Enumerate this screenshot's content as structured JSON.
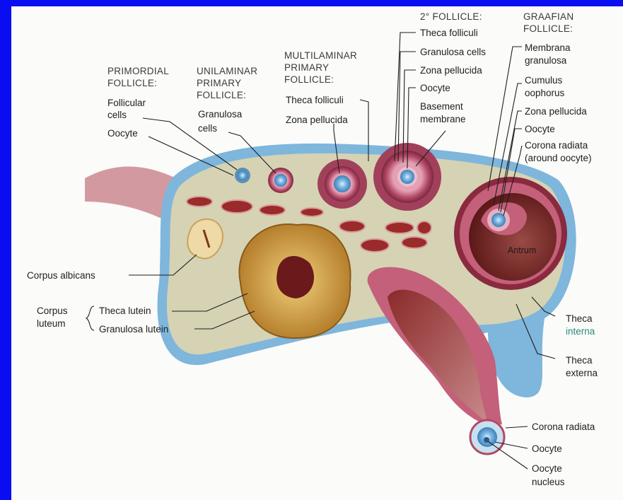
{
  "figure": {
    "headings": {
      "primordial": [
        "PRIMORDIAL",
        "FOLLICLE:"
      ],
      "unilaminar": [
        "UNILAMINAR",
        "PRIMARY",
        "FOLLICLE:"
      ],
      "multilaminar": [
        "MULTILAMINAR",
        "PRIMARY",
        "FOLLICLE:"
      ],
      "secondary": "2° FOLLICLE:",
      "graafian": [
        "GRAAFIAN",
        "FOLLICLE:"
      ]
    },
    "labels": {
      "follicular_cells": [
        "Follicular",
        "cells"
      ],
      "oocyte_primordial": "Oocyte",
      "granulosa_cells_uni": [
        "Granulosa",
        "cells"
      ],
      "theca_folliculi_multi": "Theca folliculi",
      "zona_pellucida_multi": "Zona pellucida",
      "theca_folliculi_2": "Theca folliculi",
      "granulosa_cells_2": "Granulosa cells",
      "zona_pellucida_2": "Zona pellucida",
      "oocyte_2": "Oocyte",
      "basement_membrane": [
        "Basement",
        "membrane"
      ],
      "membrana_granulosa": [
        "Membrana",
        "granulosa"
      ],
      "cumulus_oophorus": [
        "Cumulus",
        "oophorus"
      ],
      "zona_pellucida_g": "Zona pellucida",
      "oocyte_g": "Oocyte",
      "corona_radiata_g": [
        "Corona radiata",
        "(around oocyte)"
      ],
      "antrum": "Antrum",
      "corpus_albicans": "Corpus albicans",
      "corpus_luteum": [
        "Corpus",
        "luteum"
      ],
      "theca_lutein": "Theca lutein",
      "granulosa_lutein": "Granulosa lutein",
      "theca_interna": [
        "Theca",
        "interna"
      ],
      "theca_externa": [
        "Theca",
        "externa"
      ],
      "corona_radiata": "Corona radiata",
      "oocyte_ovulated": "Oocyte",
      "oocyte_nucleus": [
        "Oocyte",
        "nucleus"
      ]
    }
  },
  "colors": {
    "frame": "#0a0cf2",
    "panel": "#fbfbf9",
    "capsule": "#7eb6dc",
    "stroma": "#d6d2b4",
    "follicle_ring": "#b24a66",
    "oocyte": "#5fa3d6",
    "luteum": "#d1a24a",
    "antrum": "#7a2a2a"
  }
}
